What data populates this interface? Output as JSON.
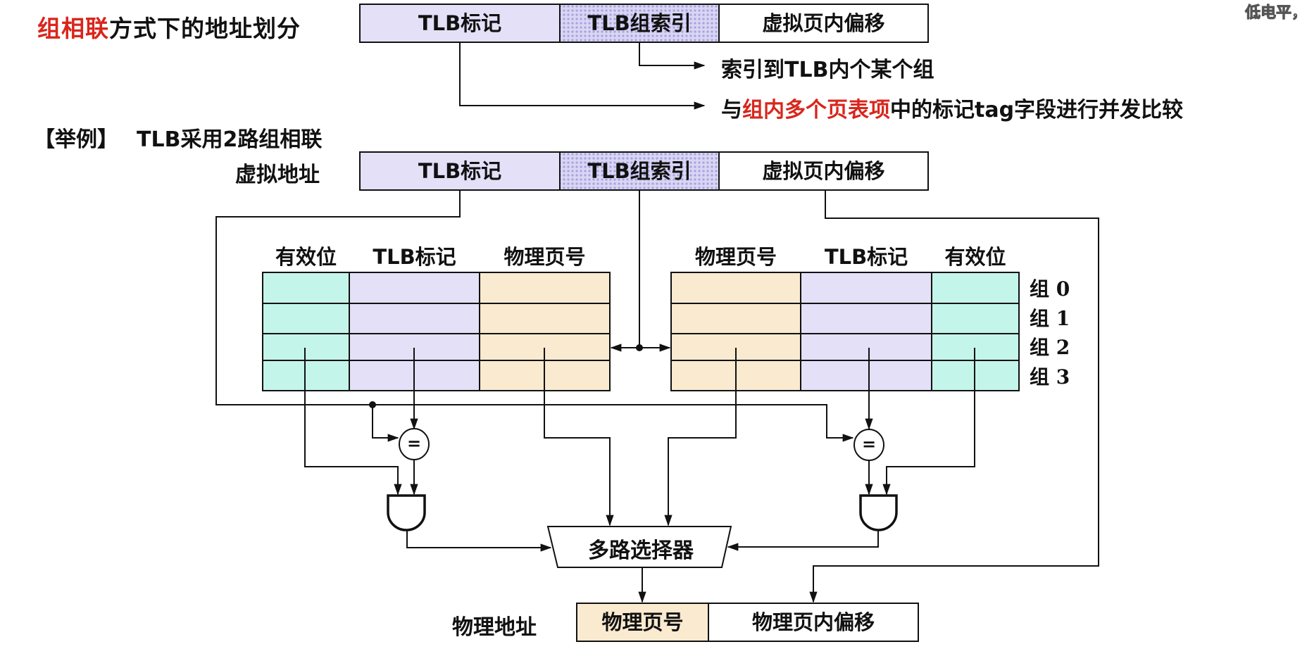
{
  "corner_text": "低电平，",
  "title": {
    "highlight": "组相联",
    "rest": "方式下的地址划分"
  },
  "address_fields": [
    {
      "label": "TLB标记",
      "fill": "#e3e0f8"
    },
    {
      "label": "TLB组索引",
      "fill": "#c9c4ee"
    },
    {
      "label": "虚拟页内偏移",
      "fill": "#ffffff"
    }
  ],
  "notes": {
    "index_note": "索引到TLB内个某个组",
    "tag_note": {
      "prefix": "与",
      "highlight": "组内多个页表项",
      "suffix": "中的标记tag字段进行并发比较"
    }
  },
  "example": {
    "bracket": "【举例】",
    "text": "TLB采用2路组相联"
  },
  "virtual_address_label": "虚拟地址",
  "way0_headers": [
    "有效位",
    "TLB标记",
    "物理页号"
  ],
  "way1_headers": [
    "物理页号",
    "TLB标记",
    "有效位"
  ],
  "groups": [
    {
      "prefix": "组",
      "num": "0"
    },
    {
      "prefix": "组",
      "num": "1"
    },
    {
      "prefix": "组",
      "num": "2"
    },
    {
      "prefix": "组",
      "num": "3"
    }
  ],
  "comparator_symbol": "=",
  "mux_label": "多路选择器",
  "physical_address_label": "物理地址",
  "physical_fields": [
    {
      "label": "物理页号",
      "fill": "#f9ead0"
    },
    {
      "label": "物理页内偏移",
      "fill": "#ffffff"
    }
  ],
  "colors": {
    "valid": "#c4f5ea",
    "tag": "#e3e0f8",
    "ppn": "#f9ead0",
    "index_hatch": "#c9c4ee",
    "accent_red": "#d8261c",
    "line": "#111111"
  }
}
